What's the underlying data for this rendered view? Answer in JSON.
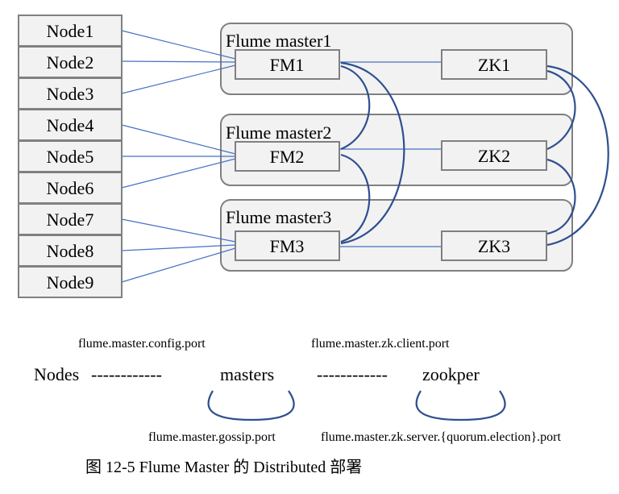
{
  "nodes": [
    "Node1",
    "Node2",
    "Node3",
    "Node4",
    "Node5",
    "Node6",
    "Node7",
    "Node8",
    "Node9"
  ],
  "masters": [
    {
      "title": "Flume master1",
      "fm": "FM1",
      "zk": "ZK1"
    },
    {
      "title": "Flume master2",
      "fm": "FM2",
      "zk": "ZK2"
    },
    {
      "title": "Flume master3",
      "fm": "FM3",
      "zk": "ZK3"
    }
  ],
  "ports": {
    "config": "flume.master.config.port",
    "zk_client": "flume.master.zk.client.port",
    "gossip": "flume.master.gossip.port",
    "zk_server": "flume.master.zk.server.{quorum.election}.port"
  },
  "flow": {
    "nodes": "Nodes",
    "dash1": "------------",
    "masters": "masters",
    "dash2": "------------",
    "zookeeper": "zookper"
  },
  "caption": "图  12-5 Flume Master 的 Distributed 部署",
  "colors": {
    "box_fill": "#f2f2f2",
    "box_border": "#808080",
    "thin_link": "#4472c4",
    "thick_link": "#2f4f8f"
  }
}
